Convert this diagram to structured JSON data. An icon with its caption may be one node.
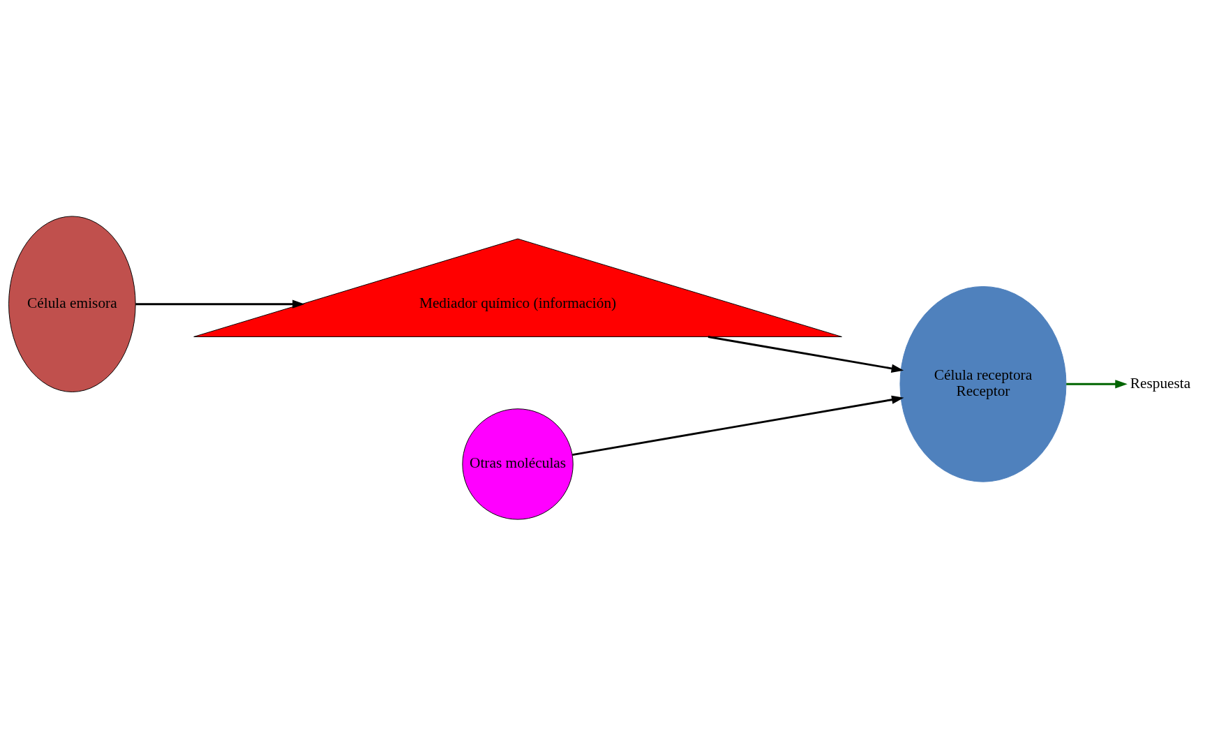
{
  "diagram": {
    "nodes": [
      {
        "text": [
          "Célula emisora"
        ]
      },
      {
        "text": [
          "Mediador químico (información)"
        ]
      },
      {
        "text": [
          "Célula receptora",
          "Receptor"
        ]
      },
      {
        "text": [
          "Otras moléculas"
        ]
      },
      {
        "text": [
          "Respuesta"
        ]
      }
    ],
    "edges": [
      {
        "from": 0,
        "to": 1,
        "arrow": "to"
      },
      {
        "from": 1,
        "to": 2,
        "arrow": "to"
      },
      {
        "from": 3,
        "to": 2,
        "arrow": "to"
      },
      {
        "from": 2,
        "to": 4,
        "arrow": "to",
        "color": "#006400"
      }
    ]
  }
}
